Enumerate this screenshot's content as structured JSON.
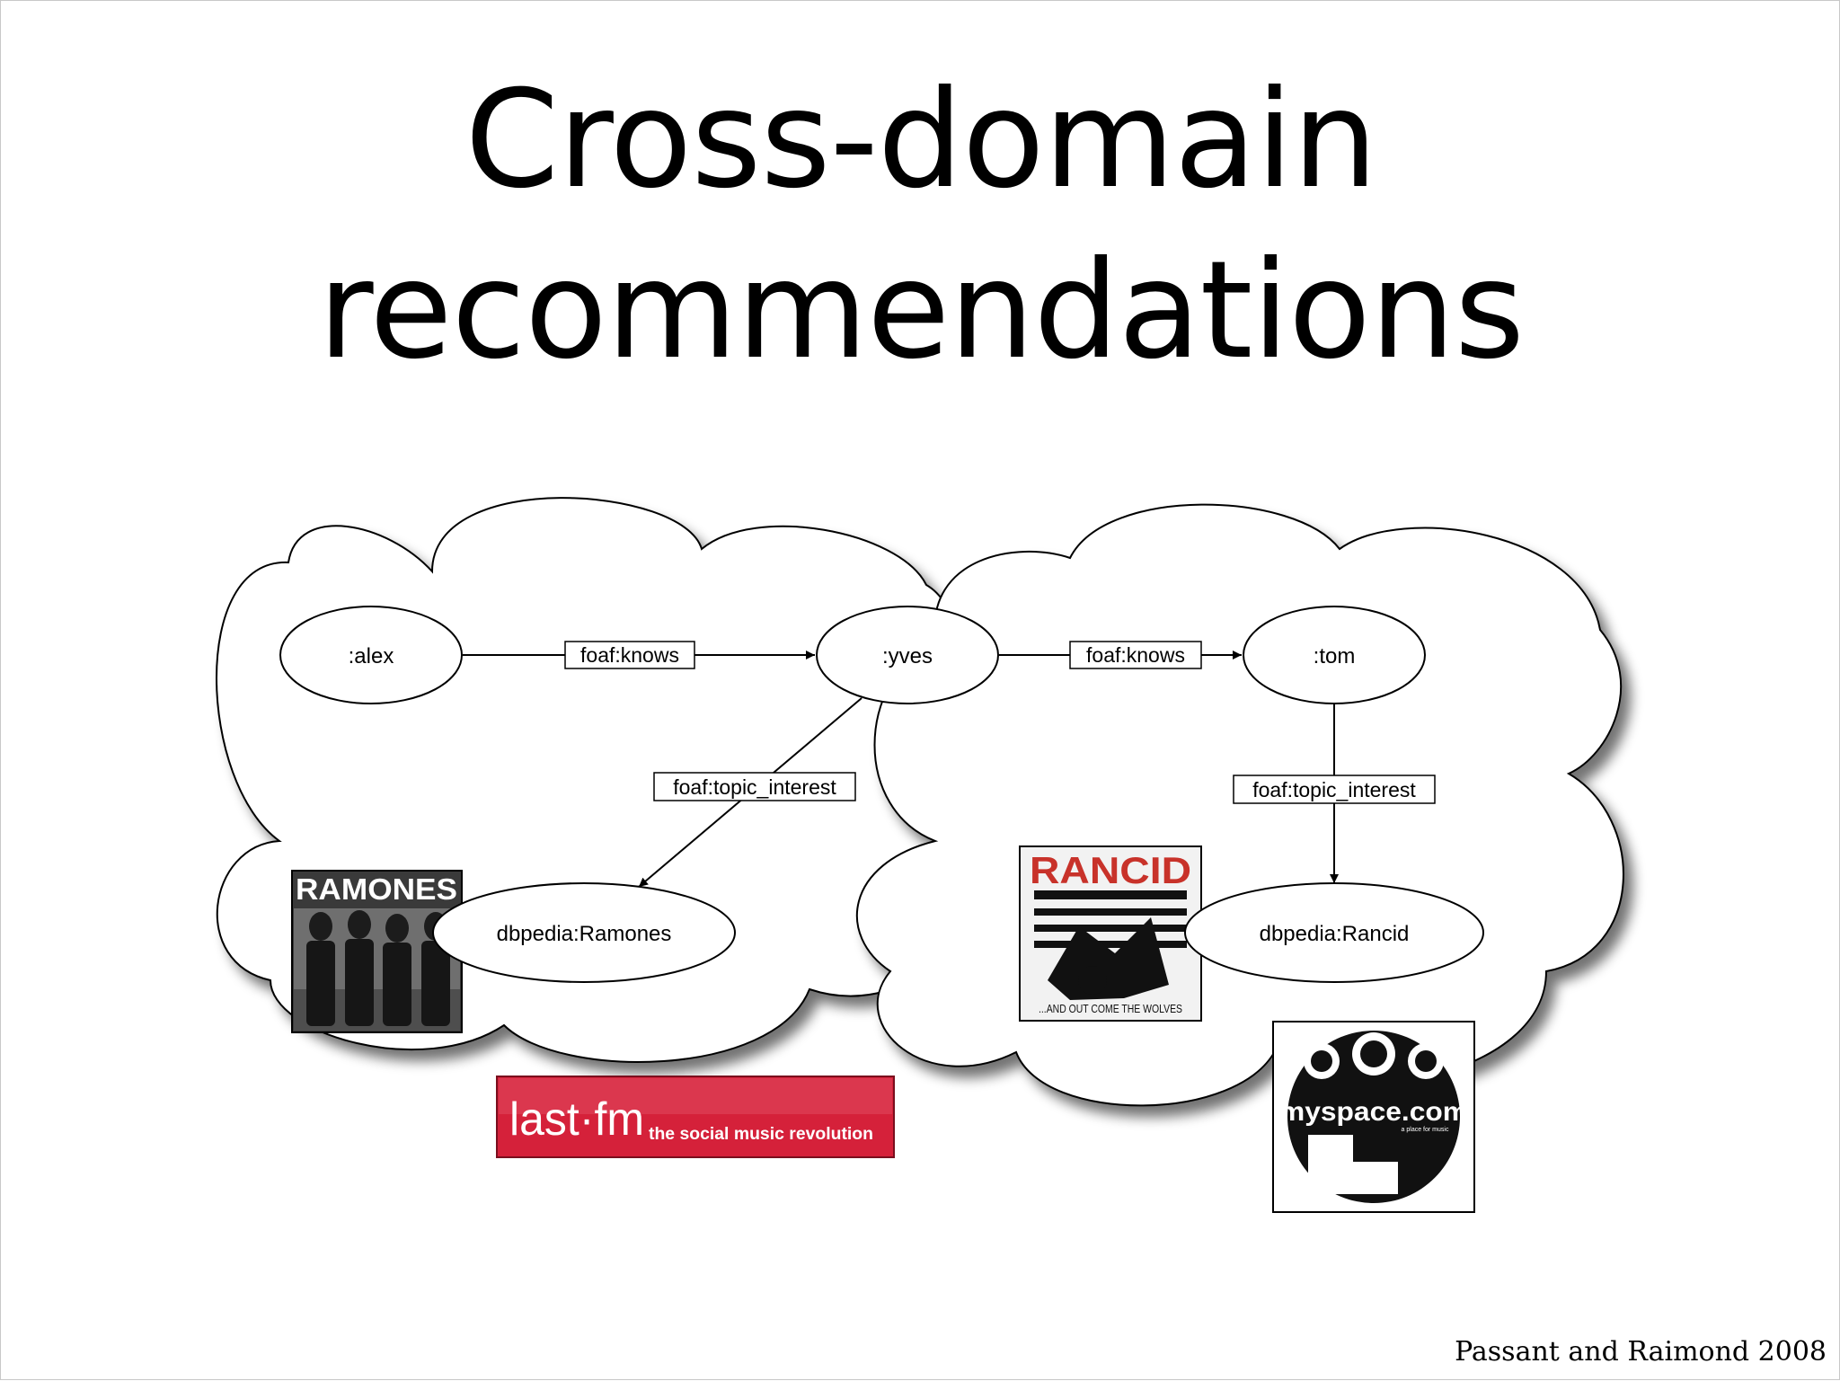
{
  "slide": {
    "title_line1": "Cross-domain",
    "title_line2": "recommendations",
    "credit": "Passant and Raimond 2008"
  },
  "nodes": {
    "alex": ":alex",
    "yves": ":yves",
    "tom": ":tom",
    "ramones": "dbpedia:Ramones",
    "rancid": "dbpedia:Rancid"
  },
  "edges": {
    "alex_yves": "foaf:knows",
    "yves_tom": "foaf:knows",
    "yves_ramones": "foaf:topic_interest",
    "tom_rancid": "foaf:topic_interest"
  },
  "images": {
    "ramones_cover": "RAMONES",
    "rancid_cover": "RANCID",
    "rancid_cover_subtitle": "...AND OUT COME THE WOLVES",
    "lastfm_logo": "last·fm",
    "lastfm_tagline": "the social music revolution",
    "myspace_logo": "myspace.com",
    "myspace_tagline": "a place for music"
  },
  "colors": {
    "lastfm_red": "#d5213a",
    "cloud_fill": "#ffffff",
    "cloud_stroke": "#000000"
  }
}
